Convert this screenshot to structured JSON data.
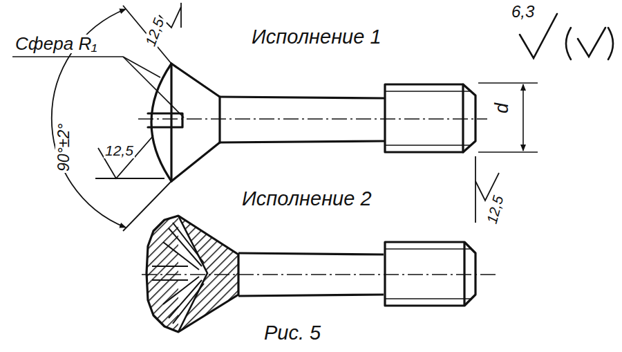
{
  "diagram": {
    "caption": "Рис. 5",
    "labels": [
      "Сфера R₁",
      "12,5",
      "Исполнение 1",
      "6,3",
      "90°±2°",
      "12,5",
      "d",
      "12,5",
      "Исполнение 2"
    ]
  }
}
